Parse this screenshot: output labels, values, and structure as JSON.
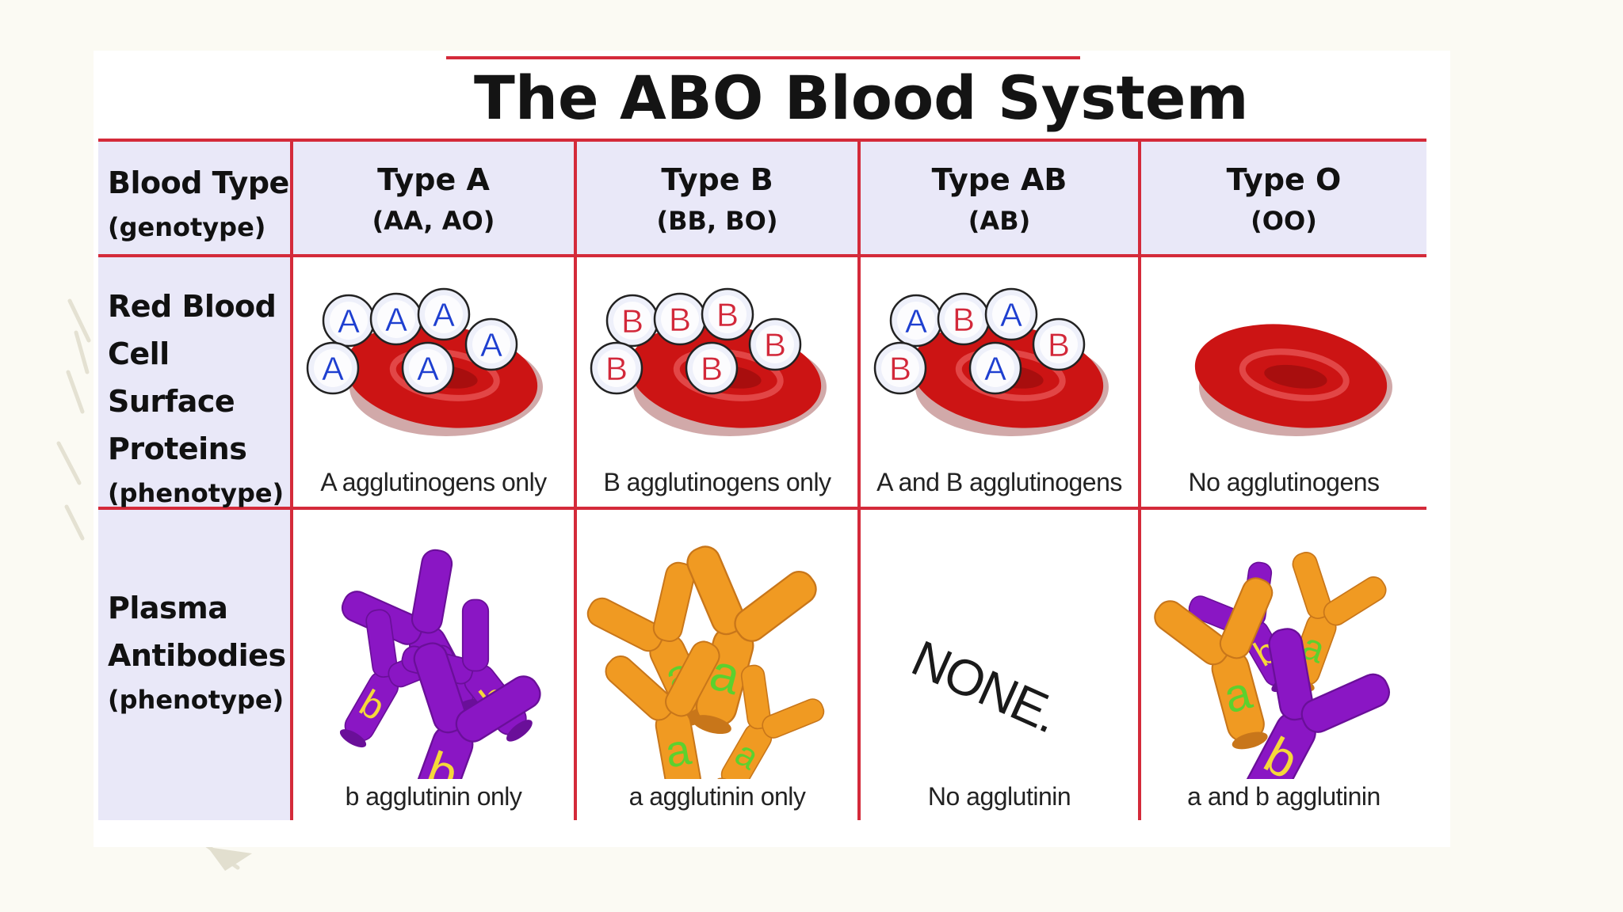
{
  "title": "The ABO Blood System",
  "row_headers": {
    "blood_type": {
      "main": "Blood Type",
      "sub": "(genotype)"
    },
    "surface_proteins": {
      "line1": "Red Blood",
      "line2": "Cell Surface",
      "line3": "Proteins",
      "sub": "(phenotype)"
    },
    "plasma_antibodies": {
      "line1": "Plasma",
      "line2": "Antibodies",
      "sub": "(phenotype)"
    }
  },
  "columns": [
    {
      "type": "Type A",
      "genotype": "(AA, AO)",
      "protein_caption": "A agglutinogens only",
      "antibody_caption": "b agglutinin only"
    },
    {
      "type": "Type B",
      "genotype": "(BB, BO)",
      "protein_caption": "B agglutinogens only",
      "antibody_caption": "a agglutinin only"
    },
    {
      "type": "Type AB",
      "genotype": "(AB)",
      "protein_caption": "A and B agglutinogens",
      "antibody_caption": "No agglutinin"
    },
    {
      "type": "Type O",
      "genotype": "(OO)",
      "protein_caption": "No agglutinogens",
      "antibody_caption": "a and b agglutinin"
    }
  ],
  "antigen_letters": {
    "a": "A",
    "b": "B"
  },
  "antibody_letters": {
    "a": "a",
    "b": "b"
  },
  "none_label": "NONE.",
  "colors": {
    "grid_red": "#d42a3a",
    "header_bg": "#e9e8f8",
    "cell_red": "#cc1414",
    "antigen_a": "#1e3fd0",
    "antigen_b": "#d2283a",
    "antibody_anti_a": "#f09a22",
    "antibody_anti_b": "#8a16c4",
    "letter_on_purple": "#f5d83a",
    "letter_on_orange": "#5cd12e"
  }
}
